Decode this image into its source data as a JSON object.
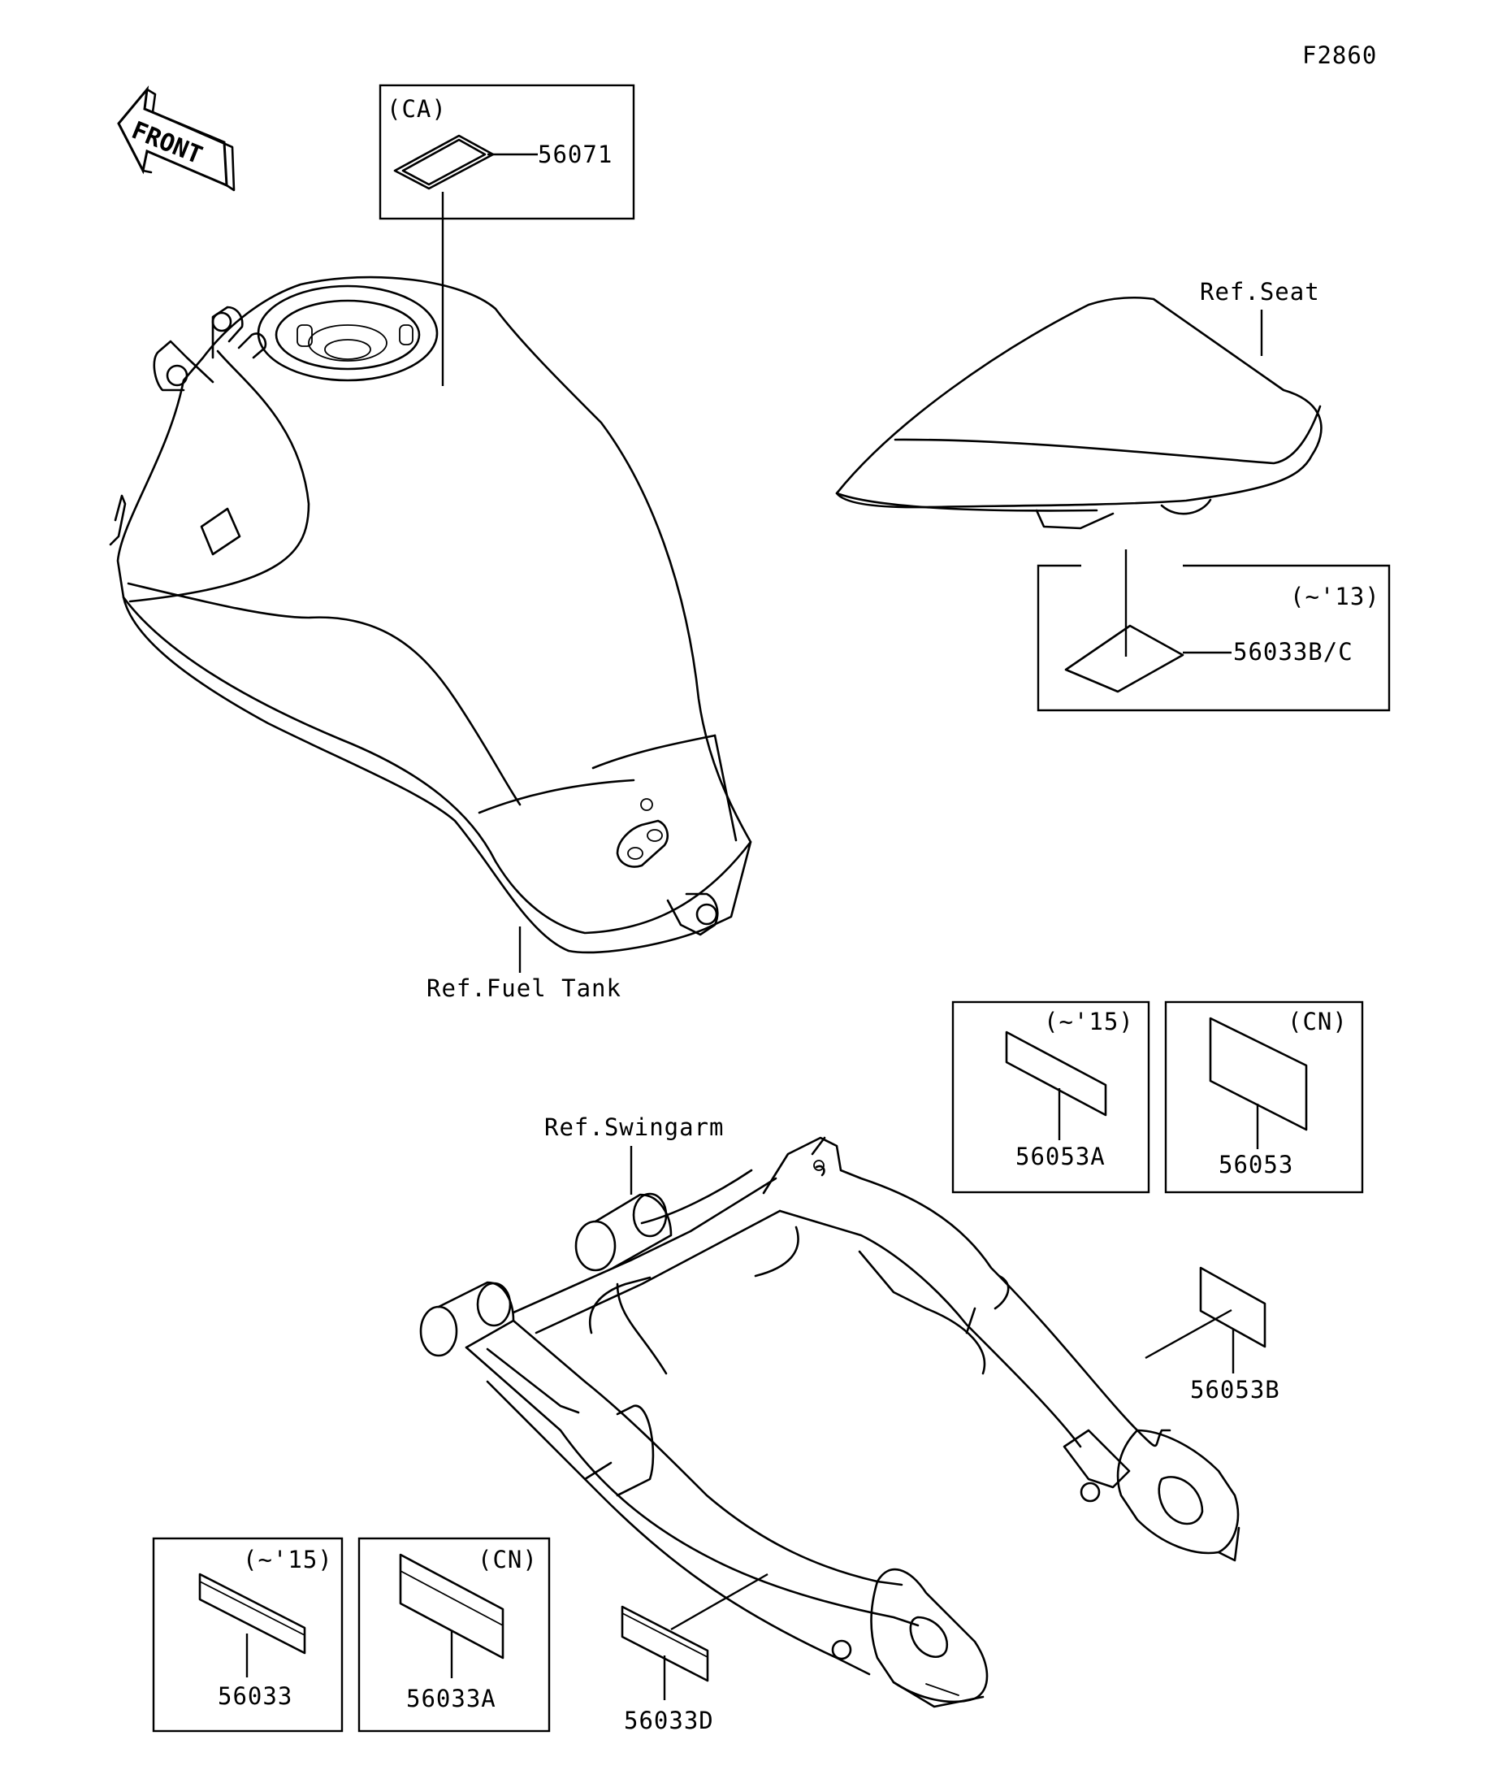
{
  "figure_code": "F2860",
  "front_arrow": {
    "text": "FRONT",
    "icon": "front-direction-arrow-icon"
  },
  "components": {
    "fuel_tank": "Ref.Fuel Tank",
    "seat": "Ref.Seat",
    "swingarm": "Ref.Swingarm"
  },
  "parts": {
    "p56071": {
      "number": "56071",
      "variant": "(CA)"
    },
    "p56033BC": {
      "number": "56033B/C",
      "variant": "(~'13)"
    },
    "p56053A": {
      "number": "56053A",
      "variant": "(~'15)"
    },
    "p56053": {
      "number": "56053",
      "variant": "(CN)"
    },
    "p56053B": {
      "number": "56053B"
    },
    "p56033": {
      "number": "56033",
      "variant": "(~'15)"
    },
    "p56033A": {
      "number": "56033A",
      "variant": "(CN)"
    },
    "p56033D": {
      "number": "56033D"
    }
  }
}
